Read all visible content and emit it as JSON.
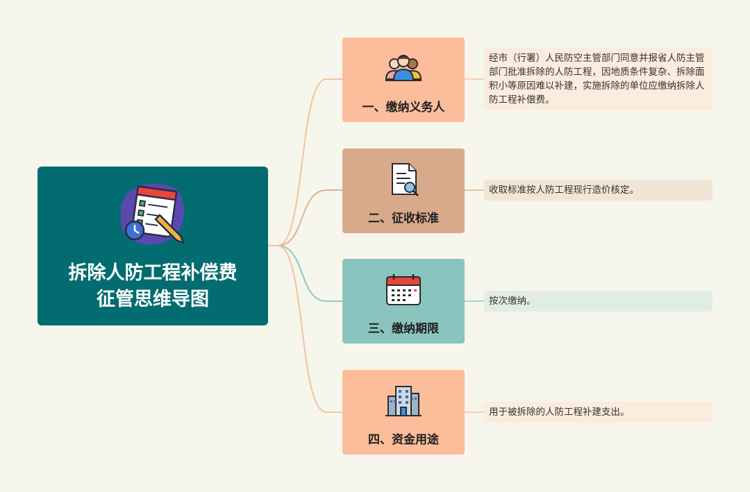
{
  "root": {
    "title_line1": "拆除人防工程补偿费",
    "title_line2": "征管思维导图",
    "icon": "checklist-clipboard-icon",
    "color": "#036c70"
  },
  "branches": [
    {
      "label": "一、缴纳义务人",
      "icon": "people-group-icon",
      "color": "#fcbd9a",
      "line_color": "#f8c0a1",
      "note": "经市（行署）人民防空主管部门同意并报省人防主管部门批准拆除的人防工程，因地质条件复杂、拆除面积小等原因难以补建，实施拆除的单位应缴纳拆除人防工程补偿费。",
      "note_bg": "#fbecdd"
    },
    {
      "label": "二、征收标准",
      "icon": "document-search-icon",
      "color": "#d8aa8b",
      "line_color": "#ddb293",
      "note": "收取标准按人防工程现行造价核定。",
      "note_bg": "#f1e6d6"
    },
    {
      "label": "三、缴纳期限",
      "icon": "calendar-icon",
      "color": "#89c4be",
      "line_color": "#8ccbc4",
      "note": "按次缴纳。",
      "note_bg": "#e1ede4"
    },
    {
      "label": "四、资金用途",
      "icon": "office-building-icon",
      "color": "#fcbd9a",
      "line_color": "#f8c0a1",
      "note": "用于被拆除的人防工程补建支出。",
      "note_bg": "#fbecdd"
    }
  ]
}
